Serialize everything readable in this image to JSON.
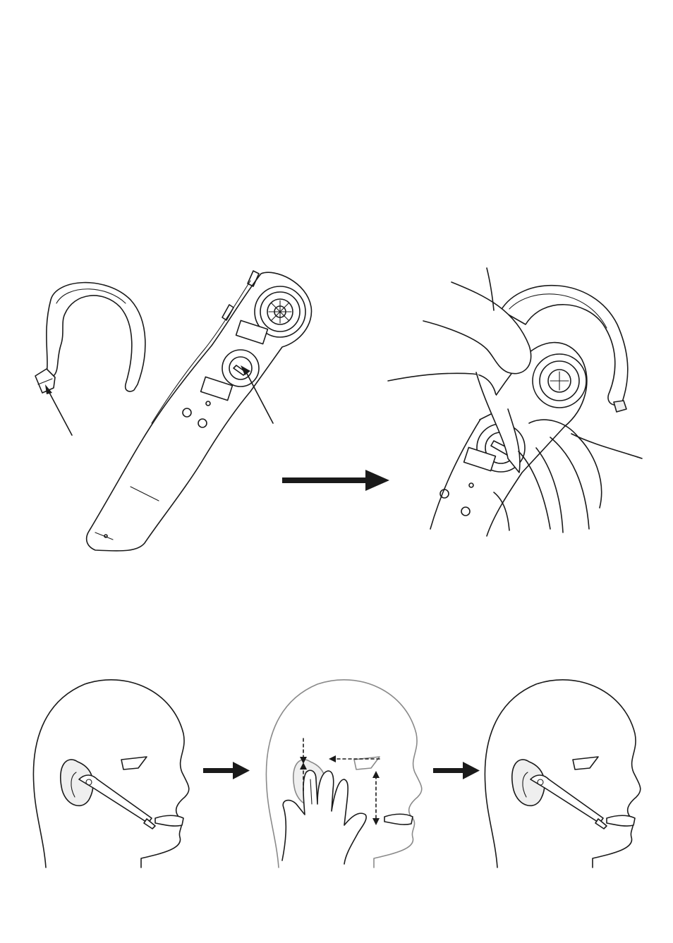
{
  "figure": {
    "section_assembly": {
      "parts": [
        "earhook",
        "headset",
        "hand-assembly"
      ],
      "callouts": 2
    },
    "section_fitting": {
      "steps": [
        "head-wearing-headset",
        "hand-adjusting-headset",
        "head-wearing-headset-adjusted"
      ]
    },
    "icons": [
      "earhook-icon",
      "headset-icon",
      "hand-assembly-icon",
      "head-profile-icon",
      "hand-icon",
      "right-arrow-icon"
    ]
  }
}
